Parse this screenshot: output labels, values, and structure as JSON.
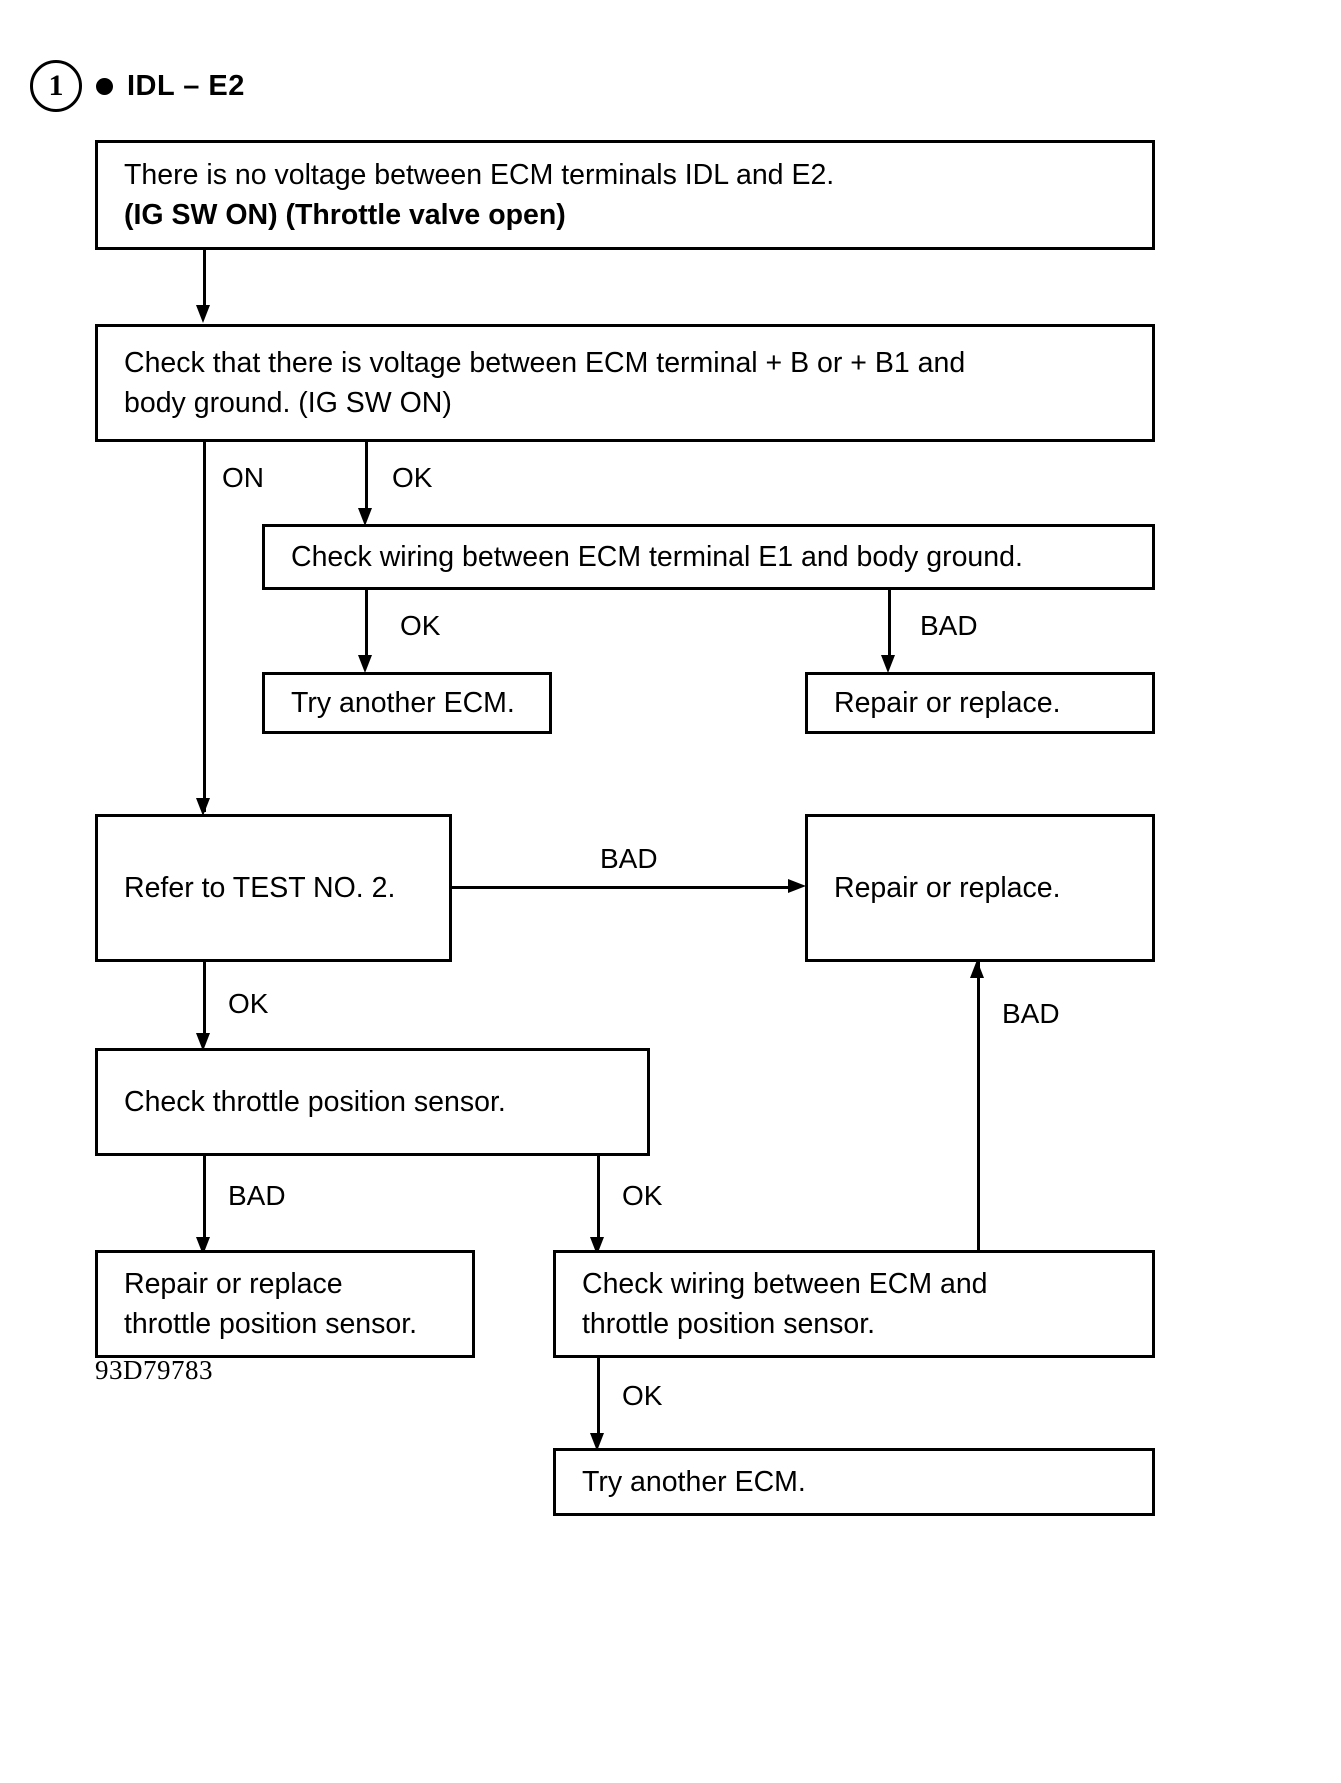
{
  "header": {
    "step_number": "1",
    "bullet_icon": "bullet-dot-icon",
    "title": "IDL – E2"
  },
  "figure_code": "93D79783",
  "nodes": [
    {
      "id": "n1",
      "lines": [
        "There is no voltage between ECM terminals IDL and E2.",
        "(IG SW ON) (Throttle valve open)"
      ]
    },
    {
      "id": "n2",
      "lines": [
        "Check that there is voltage between ECM terminal  + B or  + B1 and",
        "body ground. (IG SW ON)"
      ]
    },
    {
      "id": "n3",
      "lines": [
        "Check wiring between ECM terminal E1 and body ground."
      ]
    },
    {
      "id": "n4",
      "lines": [
        "Try another ECM."
      ]
    },
    {
      "id": "n5",
      "lines": [
        "Repair or replace."
      ]
    },
    {
      "id": "n6",
      "lines": [
        "Refer to TEST NO. 2."
      ]
    },
    {
      "id": "n7",
      "lines": [
        "Repair or replace."
      ]
    },
    {
      "id": "n8",
      "lines": [
        "Check throttle position sensor."
      ]
    },
    {
      "id": "n9",
      "lines": [
        "Repair or replace",
        "throttle position sensor."
      ]
    },
    {
      "id": "n10",
      "lines": [
        "Check wiring between ECM and",
        "throttle position sensor."
      ]
    },
    {
      "id": "n11",
      "lines": [
        "Try another ECM."
      ]
    }
  ],
  "edge_labels": {
    "on_left": "ON",
    "ok_top_mid": "OK",
    "ok_wiring_e1": "OK",
    "bad_wiring_e1": "BAD",
    "bad_test2": "BAD",
    "ok_test2": "OK",
    "bad_up_right": "BAD",
    "bad_tps": "BAD",
    "ok_tps": "OK",
    "ok_final": "OK"
  }
}
